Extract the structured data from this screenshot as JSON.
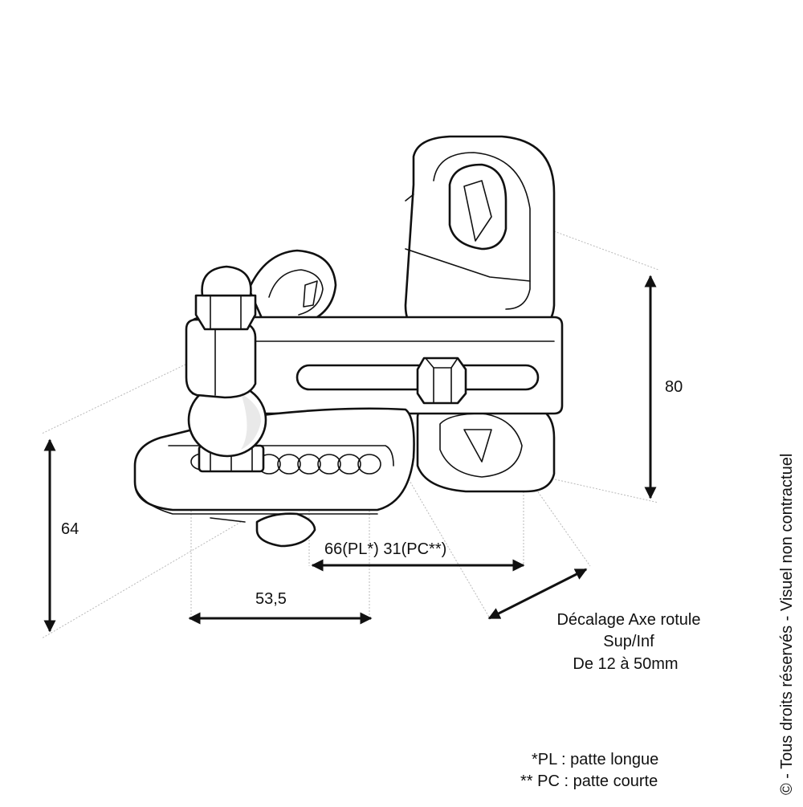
{
  "dimensions": {
    "height_right": "80",
    "height_left": "64",
    "slot_length": "66(PL*) 31(PC**)",
    "ball_offset": "53,5"
  },
  "offset_note": {
    "line1": "Décalage Axe rotule",
    "line2": "Sup/Inf",
    "line3": "De 12 à 50mm"
  },
  "legend": {
    "pl": "*PL : patte longue",
    "pc": "** PC : patte courte"
  },
  "copyright": "© - Tous droits réservés - Visuel non contractuel"
}
